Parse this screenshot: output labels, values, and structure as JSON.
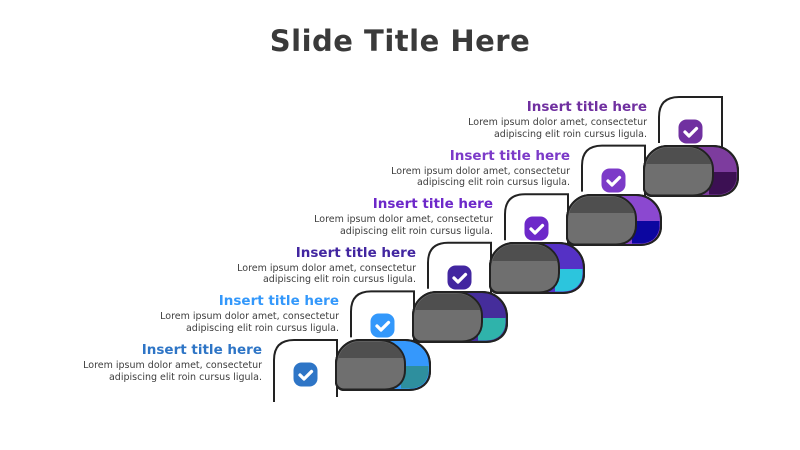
{
  "slide": {
    "title": "Slide Title Here"
  },
  "steps": [
    {
      "title": "Insert title here",
      "body": [
        "Lorem ipsum dolor amet, consectetur",
        "adipiscing elit roin cursus ligula."
      ],
      "theme": "#2E75C6",
      "shape": null
    },
    {
      "title": "Insert title here",
      "body": [
        "Lorem ipsum dolor amet, consectetur",
        "adipiscing elit roin cursus ligula."
      ],
      "theme": "#3398FB",
      "shape": {
        "main": "#3598FC",
        "accent": "#2E8F9E"
      }
    },
    {
      "title": "Insert title here",
      "body": [
        "Lorem ipsum dolor amet, consectetur",
        "adipiscing elit roin cursus ligula."
      ],
      "theme": "#4226A0",
      "shape": {
        "main": "#452D9B",
        "accent": "#2FB3AB"
      }
    },
    {
      "title": "Insert title here",
      "body": [
        "Lorem ipsum dolor amet, consectetur",
        "adipiscing elit roin cursus ligula."
      ],
      "theme": "#6D28C9",
      "shape": {
        "main": "#5531C5",
        "accent": "#2CC5DD"
      }
    },
    {
      "title": "Insert title here",
      "body": [
        "Lorem ipsum dolor amet, consectetur",
        "adipiscing elit roin cursus ligula."
      ],
      "theme": "#7C3AC8",
      "shape": {
        "main": "#8B48D0",
        "accent": "#0C06A0"
      }
    },
    {
      "title": "Insert title here",
      "body": [
        "Lorem ipsum dolor amet, consectetur",
        "adipiscing elit roin cursus ligula."
      ],
      "theme": "#7030A0",
      "shape": {
        "main": "#7D3C9E",
        "accent": "#3C1053"
      }
    }
  ],
  "stair_style": {
    "outline": "#222222",
    "dome_top": "#4F4F4F",
    "dome_bottom": "#6F6F6F",
    "check_color": "#FFFFFF"
  }
}
